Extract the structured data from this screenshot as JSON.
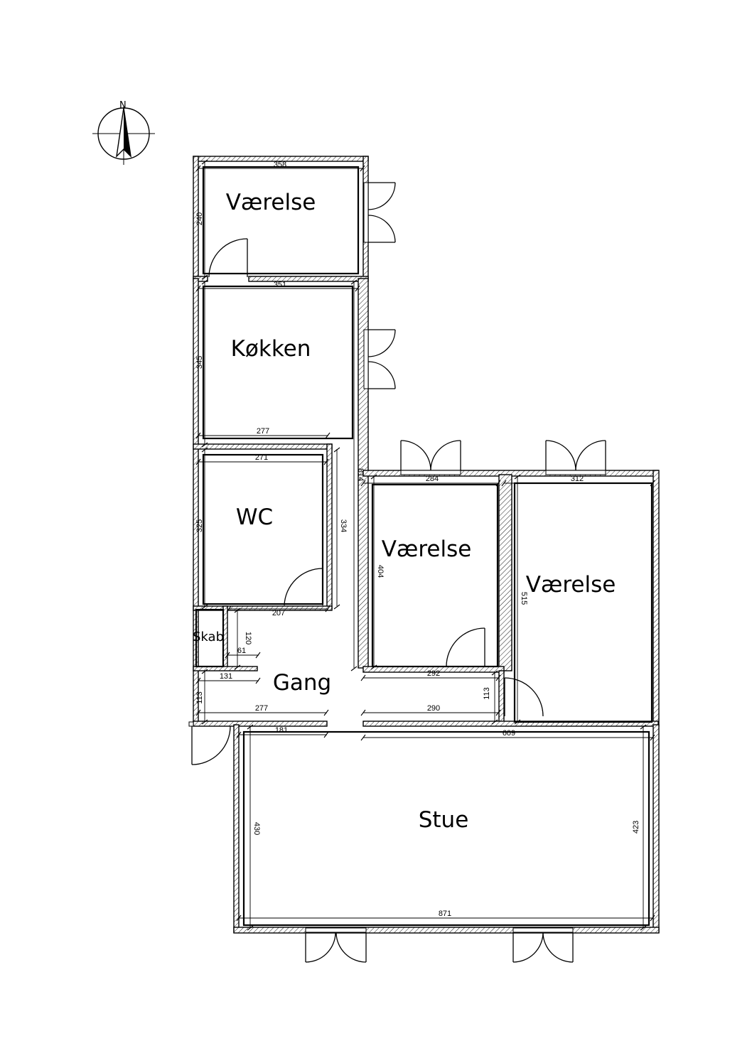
{
  "rooms": {
    "vaerelse_top": "Værelse",
    "kokken": "Køkken",
    "wc": "WC",
    "skab": "Skab",
    "gang": "Gang",
    "vaerelse_mid": "Værelse",
    "vaerelse_right": "Værelse",
    "stue": "Stue"
  },
  "compass": {
    "label": "N"
  },
  "dimensions": {
    "vaerelse_top_w": "358",
    "vaerelse_top_h": "240",
    "kokken_w": "351",
    "kokken_h": "345",
    "kokken_bottom_w": "277",
    "wc_w": "271",
    "wc_h": "325",
    "wc_right": "334",
    "corridor_len": "814",
    "wc_bottom": "207",
    "skab_h": "120",
    "skab_w": "61",
    "gang_131": "131",
    "gang_113_left": "113",
    "gang_277": "277",
    "stue_181": "181",
    "vaerelse_mid_w": "284",
    "vaerelse_mid_h": "404",
    "vaerelse_mid_bottom": "292",
    "gang_290": "290",
    "gang_113_right": "113",
    "vaerelse_right_w": "312",
    "vaerelse_right_h": "515",
    "stue_609": "609",
    "stue_left_h": "430",
    "stue_right_h": "423",
    "stue_w": "871"
  }
}
